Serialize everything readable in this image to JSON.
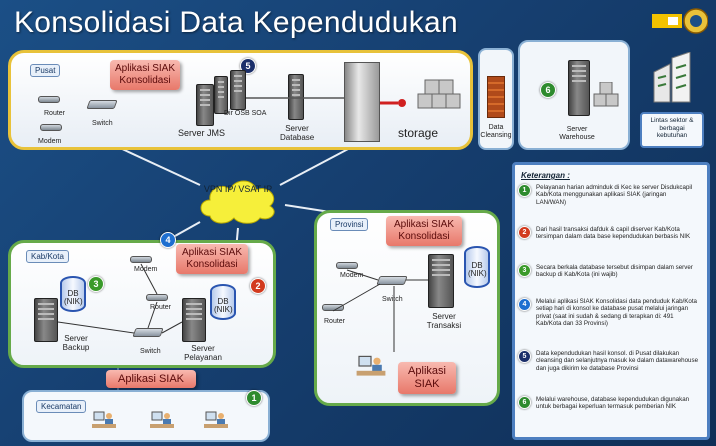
{
  "title": "Konsolidasi Data Kependudukan",
  "colors": {
    "green": "#2e8b2e",
    "blue": "#1e6fd0",
    "red": "#d23a1e",
    "navy": "#1b2f6a",
    "yellow": "#e8c23a"
  },
  "pusat": {
    "tag": "Pusat",
    "app": "Aplikasi SIAK Konsolidasi",
    "router_label": "Router",
    "modem_label": "Modem",
    "switch_label": "Switch",
    "osb_label": "Dir OSB SOA",
    "server_jms": "Server JMS",
    "server_database": "Server Database",
    "storage": "storage",
    "data_cleansing": "Data Cleansing",
    "server_warehouse": "Server Warehouse",
    "lintas_sektor": "Lintas sektor & berbagai kebutuhan",
    "badge_jms": "5",
    "badge_warehouse": "6"
  },
  "vpn": "VPN IP/ VSAT IP",
  "kabkota": {
    "tag": "Kab/Kota",
    "app": "Aplikasi SIAK Konsolidasi",
    "badge_app": "4",
    "badge_db_backup": "3",
    "badge_db_pelayanan": "2",
    "modem_label": "Modem",
    "router_label": "Router",
    "switch_label": "Switch",
    "db_backup": "DB (NIK)",
    "db_pelayanan": "DB (NIK)",
    "server_backup": "Server Backup",
    "server_pelayanan": "Server Pelayanan"
  },
  "siak_bar": "Aplikasi SIAK",
  "kecamatan": {
    "tag": "Kecamatan",
    "badge": "1"
  },
  "provinsi": {
    "tag": "Provinsi",
    "app": "Aplikasi SIAK Konsolidasi",
    "app2": "Aplikasi SIAK",
    "db": "DB (NIK)",
    "modem_label": "Modem",
    "router_label": "Router",
    "switch_label": "Switch",
    "server_transaksi": "Server Transaksi"
  },
  "legend": {
    "title": "Keterangan :",
    "items": [
      {
        "num": "1",
        "text": "Pelayanan harian adminduk di Kec ke server Disdukcapil Kab/Kota menggunakan aplikasi SIAK (jaringan LAN/WAN)"
      },
      {
        "num": "2",
        "text": "Dari hasil transaksi dafduk & capil diserver Kab/Kota tersimpan dalam data base kependudukan berbasis NIK"
      },
      {
        "num": "3",
        "text": "Secara berkala database tersebut disimpan dalam server backup di Kab/Kota (ini wajib)"
      },
      {
        "num": "4",
        "text": "Melalui aplikasi SIAK Konsolidasi data penduduk Kab/Kota setiap hari di konsol ke database pusat melalui jaringan privat (saat ini sudah & sedang di terapkan di: 491 Kab/Kota dan 33 Provinsi)"
      },
      {
        "num": "5",
        "text": "Data kependudukan hasil konsol. di Pusat dilakukan cleansing dan selanjutnya masuk ke dalam datawarehouse dan juga dikirim ke database Provinsi"
      },
      {
        "num": "6",
        "text": "Melalui warehouse, database kependudukan digunakan untuk berbagai keperluan termasuk pemberian NIK"
      }
    ]
  }
}
